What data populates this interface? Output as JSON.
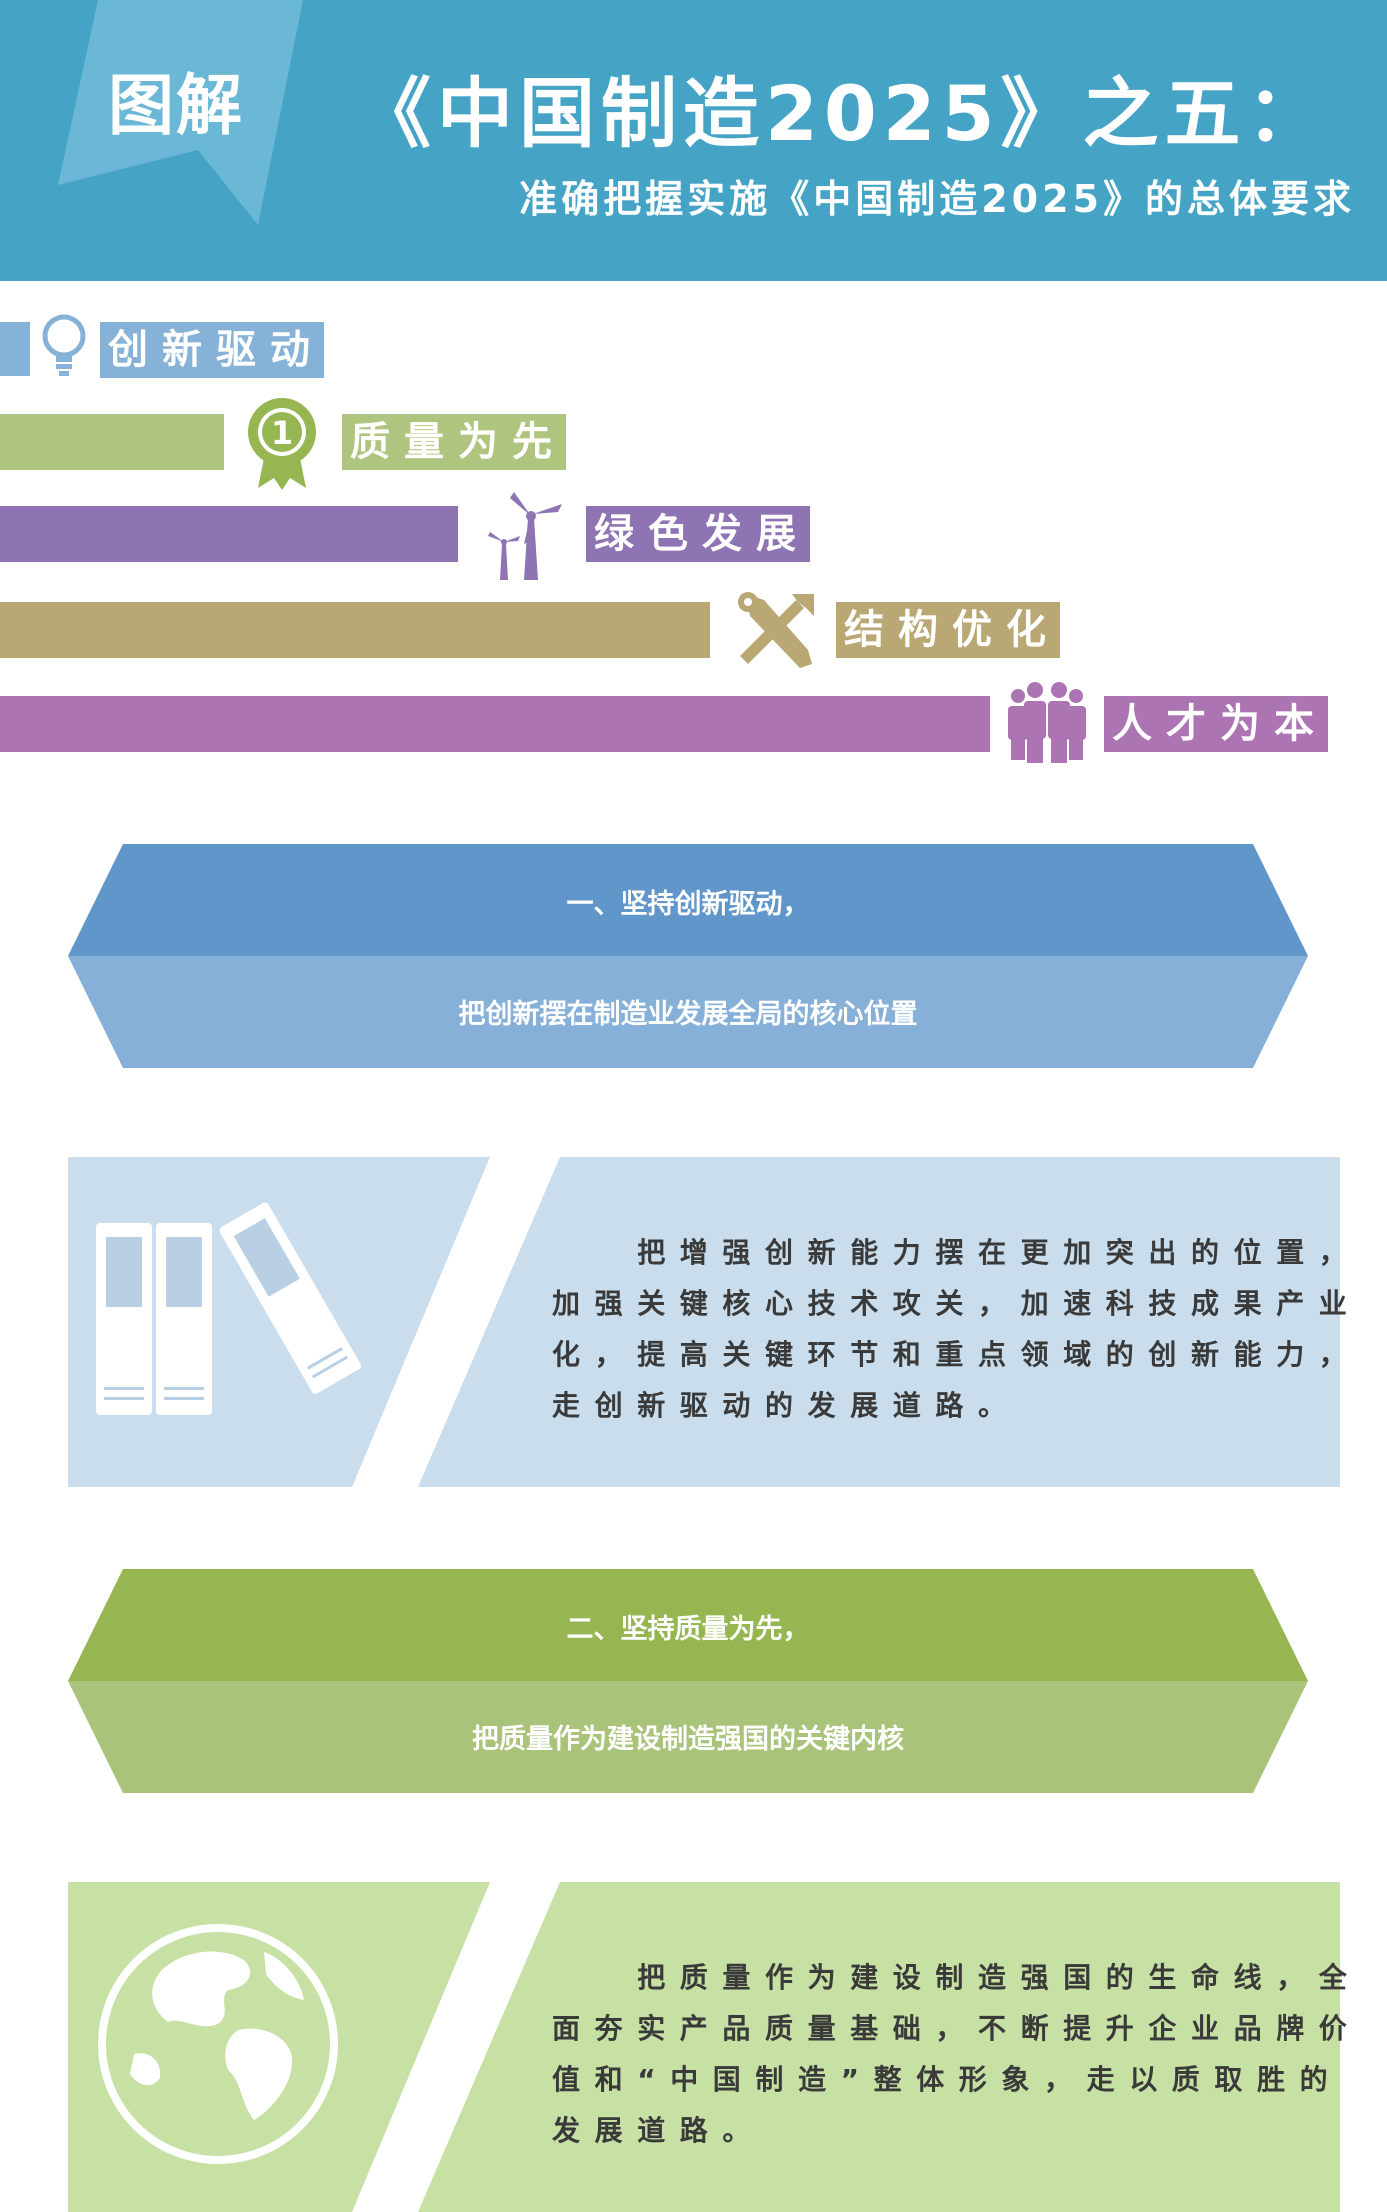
{
  "header": {
    "badge": "图解",
    "title": "《中国制造2025》之五：",
    "subtitle": "准确把握实施《中国制造2025》的总体要求"
  },
  "principles": [
    {
      "label": "创新驱动",
      "icon": "lightbulb-icon",
      "color": "#86b2d8"
    },
    {
      "label": "质量为先",
      "icon": "award-ribbon-icon",
      "color": "#afc57f"
    },
    {
      "label": "绿色发展",
      "icon": "wind-turbine-icon",
      "color": "#8f74b4"
    },
    {
      "label": "结构优化",
      "icon": "wrench-screwdriver-icon",
      "color": "#b9a774"
    },
    {
      "label": "人才为本",
      "icon": "people-group-icon",
      "color": "#ac74b2"
    }
  ],
  "sections": [
    {
      "title": "一、坚持创新驱动，",
      "subtitle": "把创新摆在制造业发展全局的核心位置",
      "color_top": "#6096c9",
      "color_bottom": "#86b0d8",
      "panel_color": "#c9ddec",
      "panel_icon": "books-icon",
      "body": "　　把增强创新能力摆在更加突出的位置，加强关键核心技术攻关，加速科技成果产业化，提高关键环节和重点领域的创新能力，走创新驱动的发展道路。"
    },
    {
      "title": "二、坚持质量为先，",
      "subtitle": "把质量作为建设制造强国的关键内核",
      "color_top": "#96b651",
      "color_bottom": "#aac37a",
      "panel_color": "#c7e0a4",
      "panel_icon": "globe-icon",
      "body": "　　把质量作为建设制造强国的生命线，全面夯实产品质量基础，不断提升企业品牌价值和“中国制造”整体形象，走以质取胜的发展道路。"
    }
  ]
}
